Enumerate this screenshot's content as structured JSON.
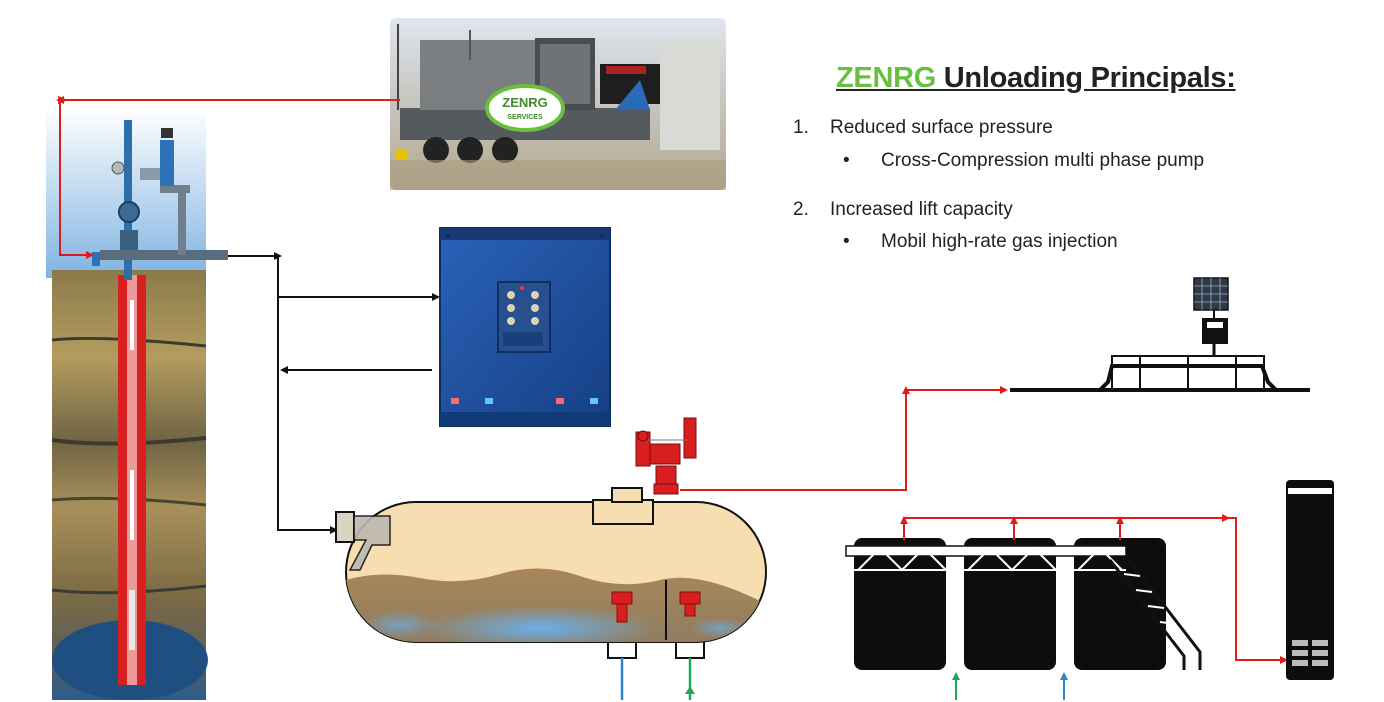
{
  "heading": {
    "brand": "ZENRG",
    "rest": " Unloading Principals:"
  },
  "principles": [
    {
      "number": "1.",
      "label": "Reduced surface pressure",
      "detail": "Cross-Compression multi phase pump"
    },
    {
      "number": "2.",
      "label": "Increased lift capacity",
      "detail": "Mobil high-rate gas injection"
    }
  ],
  "bullet": "•",
  "logo": {
    "line1": "ZENRG",
    "line2": "SERVICES"
  },
  "colors": {
    "brand_green": "#6abf3f",
    "gas_red": "#e01b1b",
    "water_blue": "#2f86c9",
    "oil_green": "#1fa85a",
    "tank_black": "#0d0d0d",
    "separator_tan": "#f6deb1",
    "panel_blue": "#1c4f9c"
  },
  "icons": [
    "wellhead-icon",
    "compressor-trailer-icon",
    "control-panel-icon",
    "separator-vessel-icon",
    "relief-valve-icon",
    "flow-meter-icon",
    "solar-panel-icon",
    "storage-tank-icon",
    "flare-stack-icon"
  ]
}
